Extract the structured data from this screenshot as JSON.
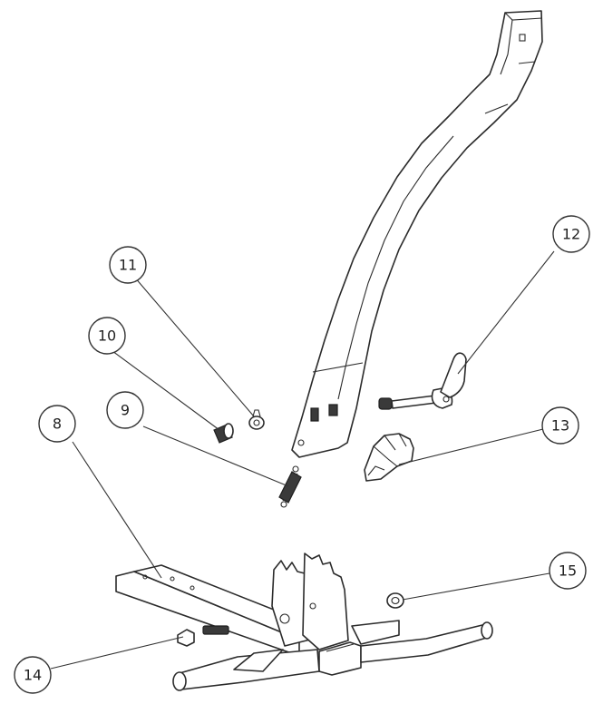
{
  "diagram": {
    "callouts": [
      {
        "id": "8",
        "label": "8"
      },
      {
        "id": "9",
        "label": "9"
      },
      {
        "id": "10",
        "label": "10"
      },
      {
        "id": "11",
        "label": "11"
      },
      {
        "id": "12",
        "label": "12"
      },
      {
        "id": "13",
        "label": "13"
      },
      {
        "id": "14",
        "label": "14"
      },
      {
        "id": "15",
        "label": "15"
      }
    ]
  }
}
